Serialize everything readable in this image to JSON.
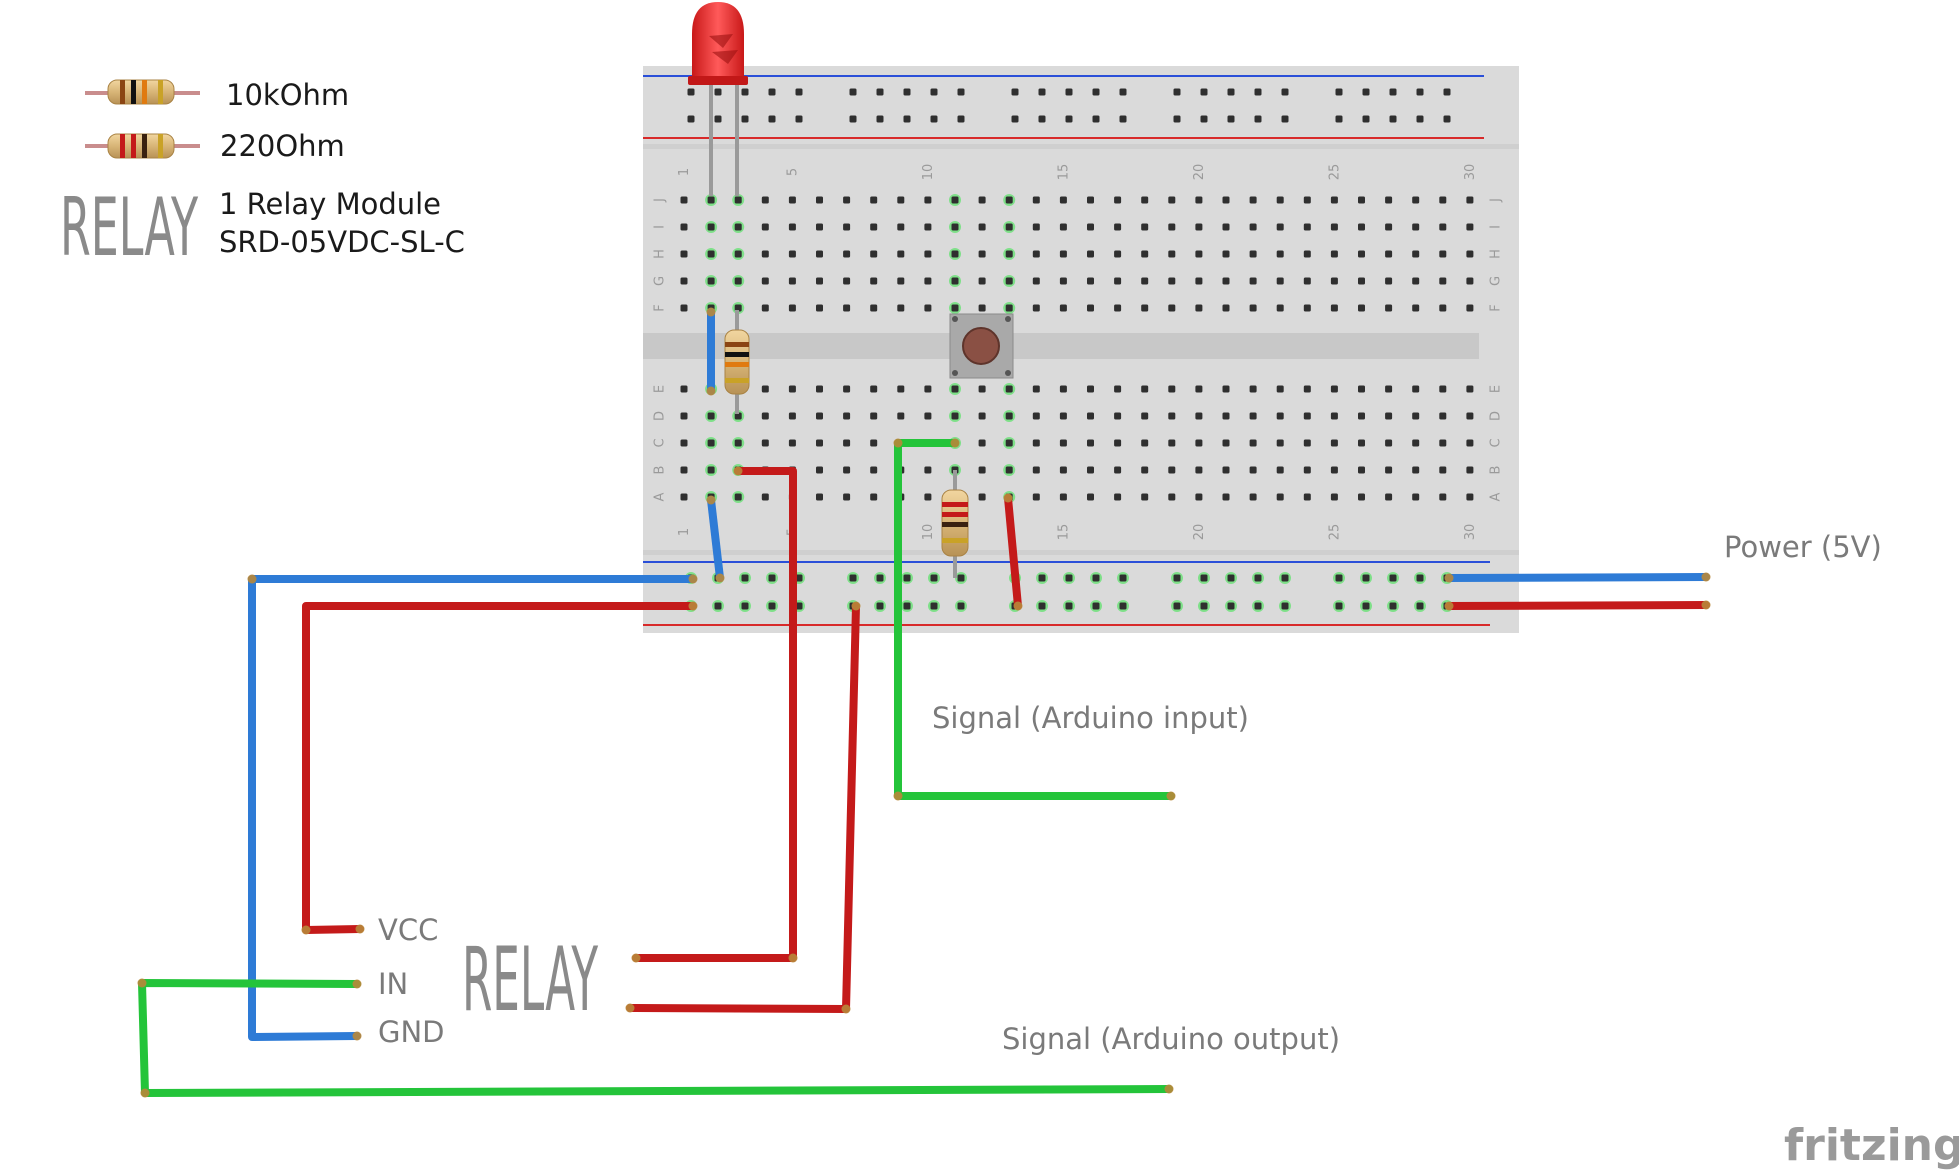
{
  "legend": {
    "res10k_label": "10kOhm",
    "res220_label": "220Ohm",
    "relay_logo": "RELAY",
    "relay_line1": "1 Relay Module",
    "relay_line2": "SRD-05VDC-SL-C"
  },
  "labels": {
    "power": "Power (5V)",
    "signal_input": "Signal (Arduino input)",
    "signal_output": "Signal (Arduino output)",
    "vcc": "VCC",
    "in": "IN",
    "gnd": "GND",
    "relay_logo": "RELAY",
    "brand": "fritzing"
  },
  "breadboard": {
    "column_numbers": [
      "1",
      "5",
      "10",
      "15",
      "20",
      "25",
      "30"
    ],
    "row_letters_top": [
      "J",
      "I",
      "H",
      "G",
      "F"
    ],
    "row_letters_bottom": [
      "E",
      "D",
      "C",
      "B",
      "A"
    ]
  },
  "colors": {
    "wire_blue": "#2e7bd6",
    "wire_red": "#c41a1a",
    "wire_green": "#24c43a",
    "breadboard": "#d9d9d9",
    "rail_blue": "#2a4fd8",
    "rail_red": "#d82a2a",
    "led": "#e32b2b"
  }
}
